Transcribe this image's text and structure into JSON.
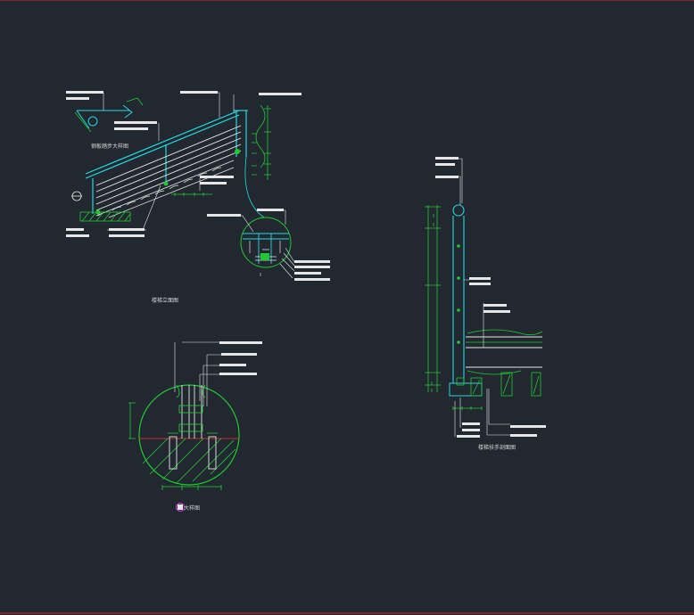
{
  "drawing": {
    "background": "#212830",
    "colors": {
      "cyan": "#27d6e0",
      "green": "#22c832",
      "white": "#e6e6e6",
      "magenta": "#c040c8",
      "red": "#c83030",
      "frame": "#7a2a2a"
    },
    "captions": {
      "detail_a": "钢板踏步大样图",
      "elevation": "楼梯立面图",
      "detail_b": "大样图",
      "section": "楼梯扶手剖面图"
    }
  }
}
